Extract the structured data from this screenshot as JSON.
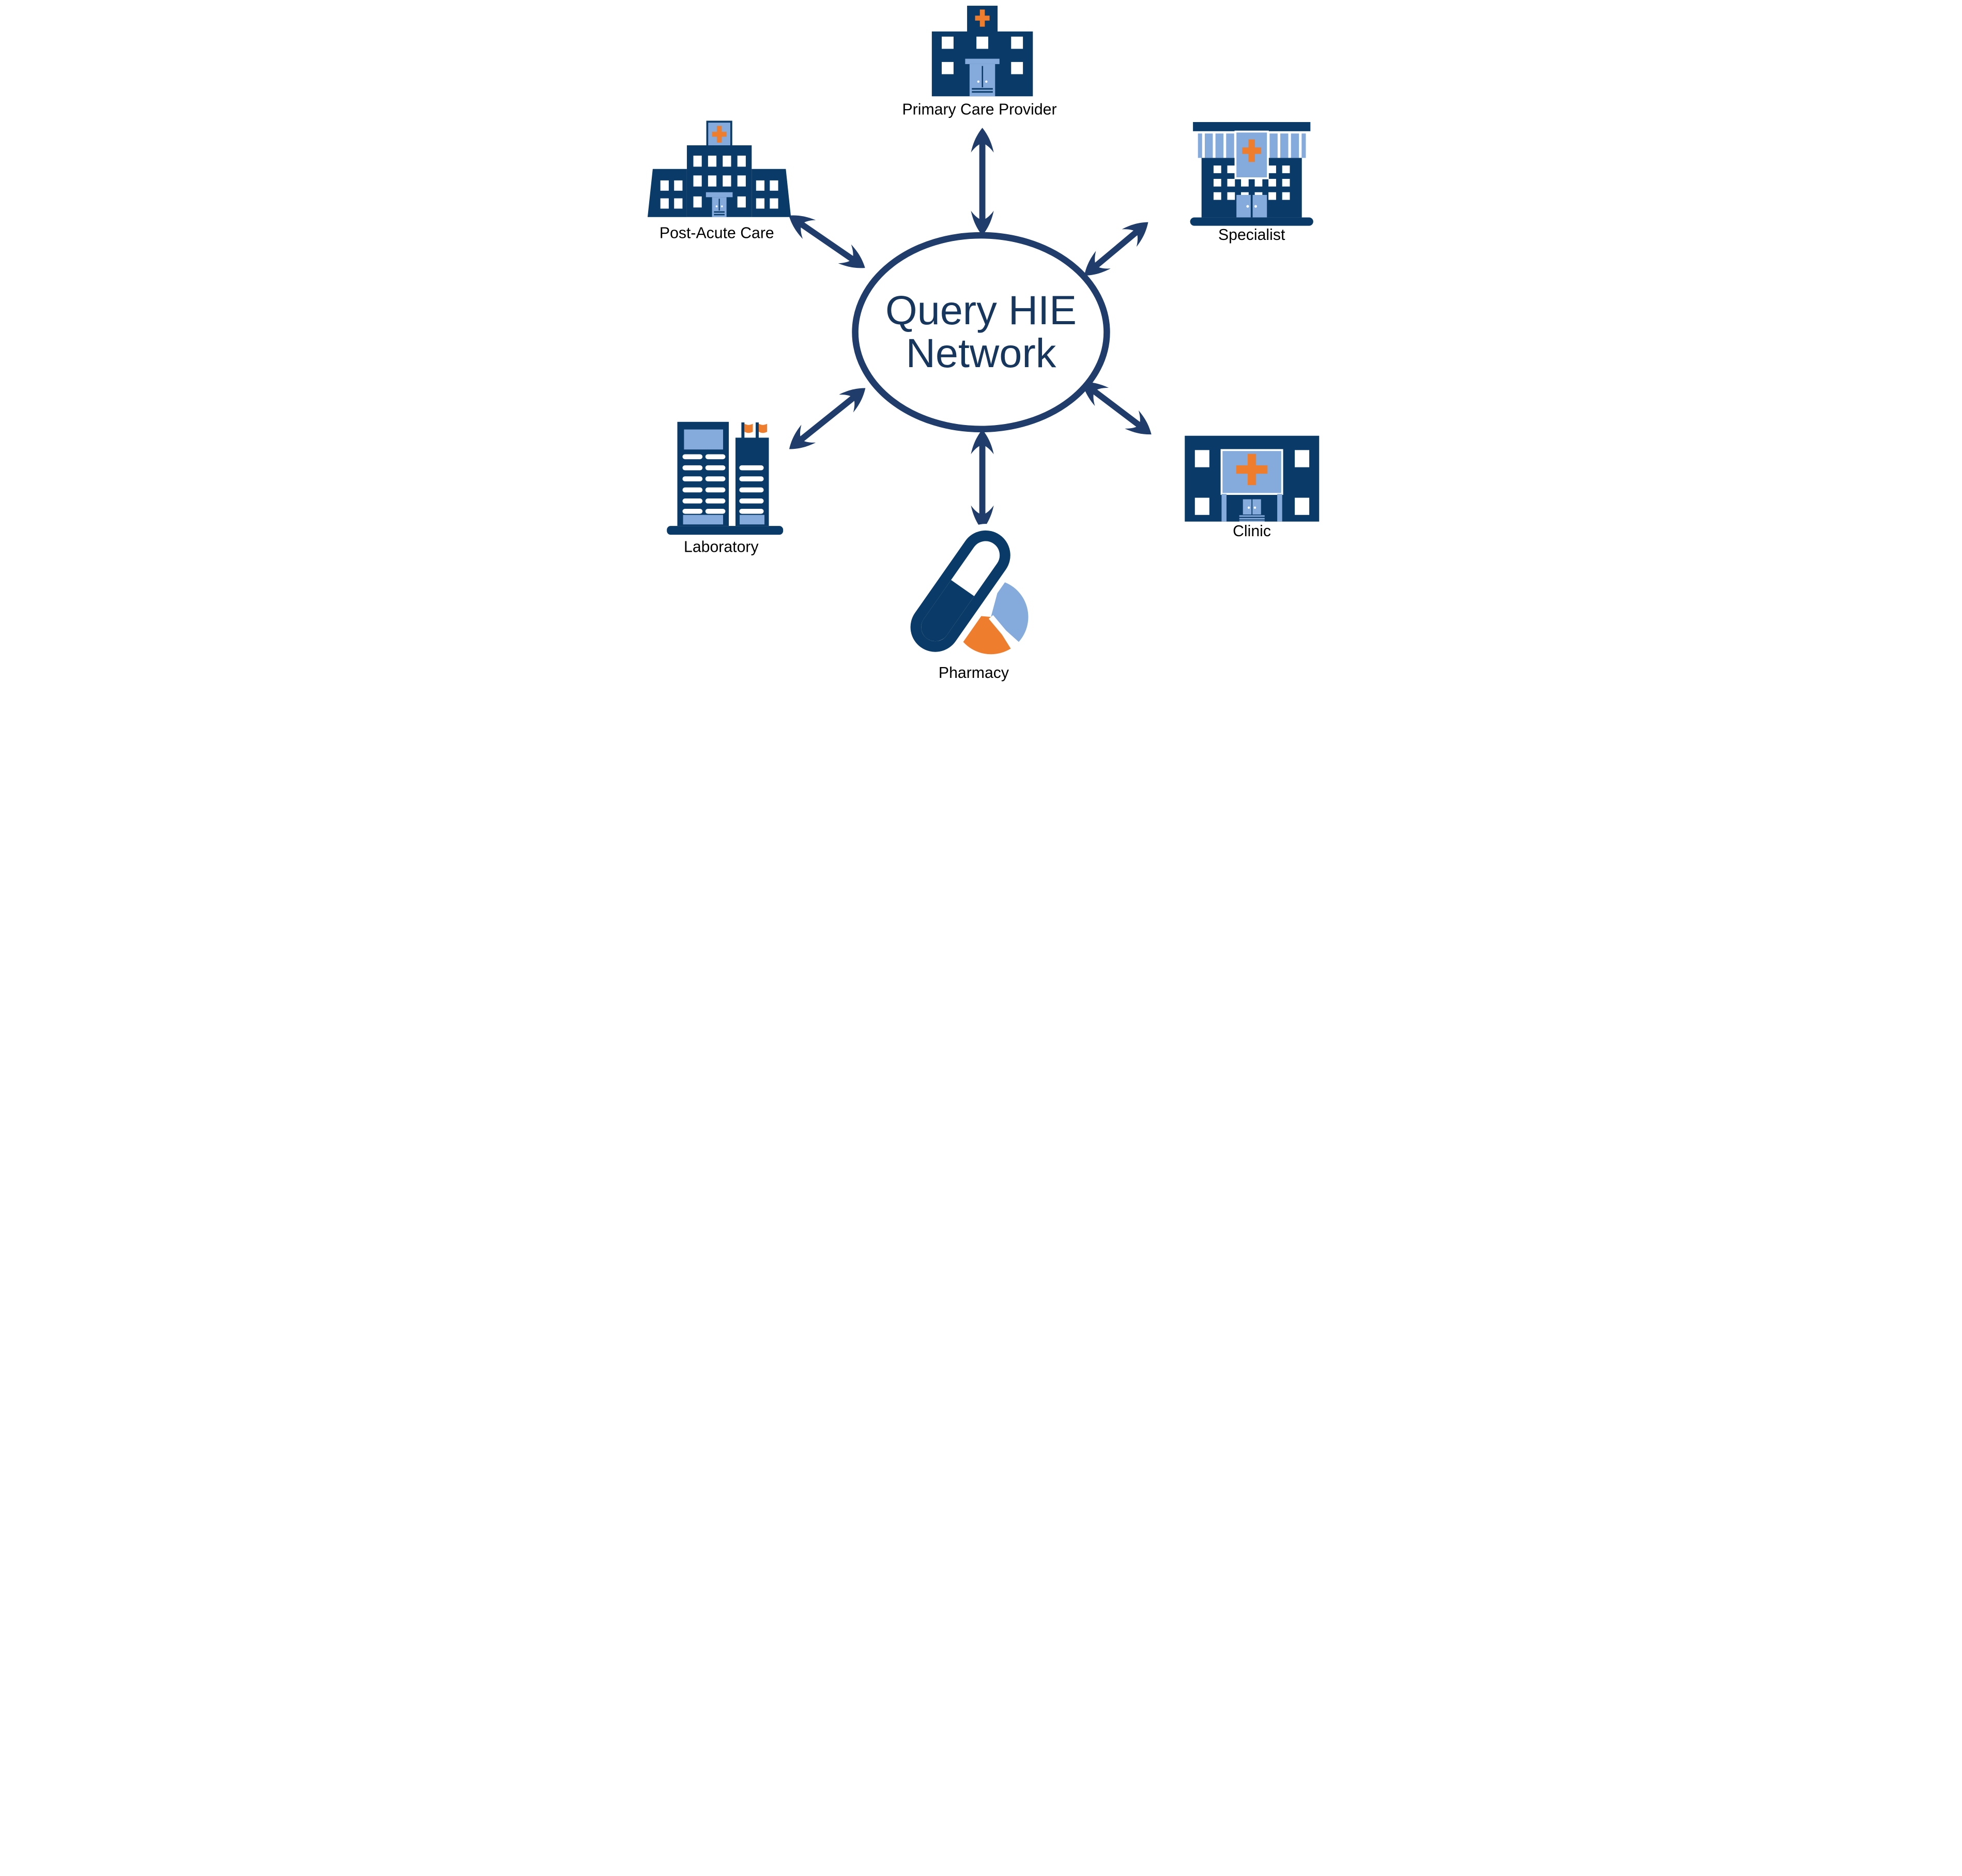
{
  "diagram": {
    "hub": {
      "id": "query-hie-network",
      "label_line1": "Query HIE",
      "label_line2": "Network",
      "shape": "ellipse"
    },
    "nodes": [
      {
        "id": "primary-care-provider",
        "label": "Primary Care Provider",
        "icon": "hospital-building-icon",
        "position": "top"
      },
      {
        "id": "specialist",
        "label": "Specialist",
        "icon": "medical-storefront-icon",
        "position": "top-right"
      },
      {
        "id": "clinic",
        "label": "Clinic",
        "icon": "clinic-building-icon",
        "position": "bottom-right"
      },
      {
        "id": "pharmacy",
        "label": "Pharmacy",
        "icon": "pill-capsule-icon",
        "position": "bottom"
      },
      {
        "id": "laboratory",
        "label": "Laboratory",
        "icon": "office-towers-icon",
        "position": "bottom-left"
      },
      {
        "id": "post-acute-care",
        "label": "Post-Acute Care",
        "icon": "hospital-wings-icon",
        "position": "top-left"
      }
    ],
    "connections": [
      {
        "from": "query-hie-network",
        "to": "primary-care-provider",
        "style": "double-headed-arrow"
      },
      {
        "from": "query-hie-network",
        "to": "specialist",
        "style": "double-headed-arrow"
      },
      {
        "from": "query-hie-network",
        "to": "clinic",
        "style": "double-headed-arrow"
      },
      {
        "from": "query-hie-network",
        "to": "pharmacy",
        "style": "double-headed-arrow"
      },
      {
        "from": "query-hie-network",
        "to": "laboratory",
        "style": "double-headed-arrow"
      },
      {
        "from": "query-hie-network",
        "to": "post-acute-care",
        "style": "double-headed-arrow"
      }
    ],
    "colors": {
      "building_navy": "#0A3A67",
      "arrow_ring_navy": "#1F3C6B",
      "hub_text_navy": "#17365D",
      "light_blue": "#85ABDC",
      "accent_orange": "#EE7D2E",
      "label_text": "#000000",
      "background": "#FFFFFF"
    }
  }
}
